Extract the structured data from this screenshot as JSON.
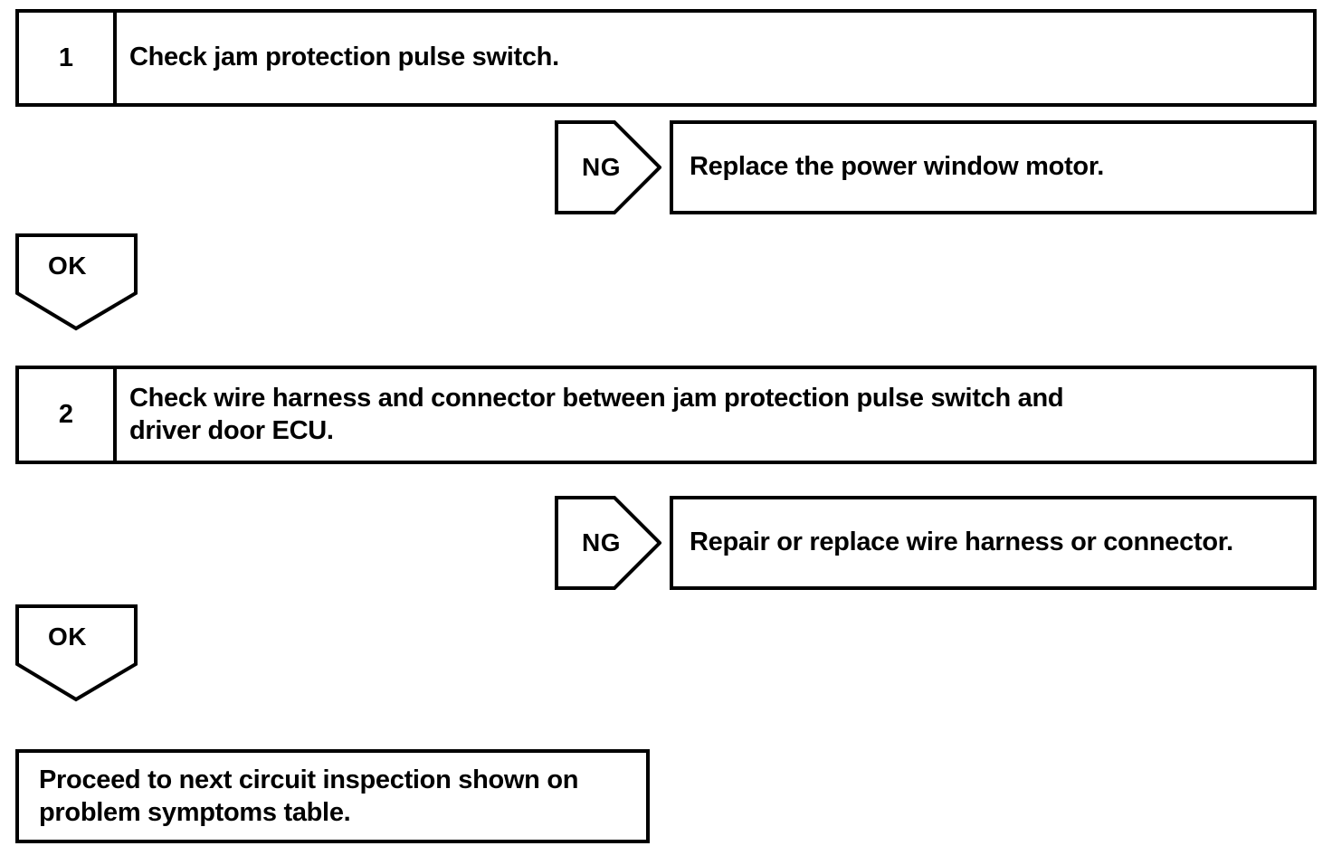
{
  "diagram": {
    "type": "troubleshooting-flowchart",
    "colors": {
      "line": "#000000",
      "background": "#ffffff",
      "text": "#000000"
    },
    "steps": [
      {
        "number": "1",
        "text": "Check jam protection pulse switch.",
        "ng": {
          "label": "NG",
          "action": "Replace the power window motor."
        },
        "ok": {
          "label": "OK"
        }
      },
      {
        "number": "2",
        "text": "Check wire harness and connector between jam protection pulse switch and\ndriver door ECU.",
        "ng": {
          "label": "NG",
          "action": "Repair or replace wire harness or connector."
        },
        "ok": {
          "label": "OK"
        }
      }
    ],
    "terminal": {
      "text": "Proceed to next circuit inspection shown on\nproblem symptoms table."
    }
  }
}
